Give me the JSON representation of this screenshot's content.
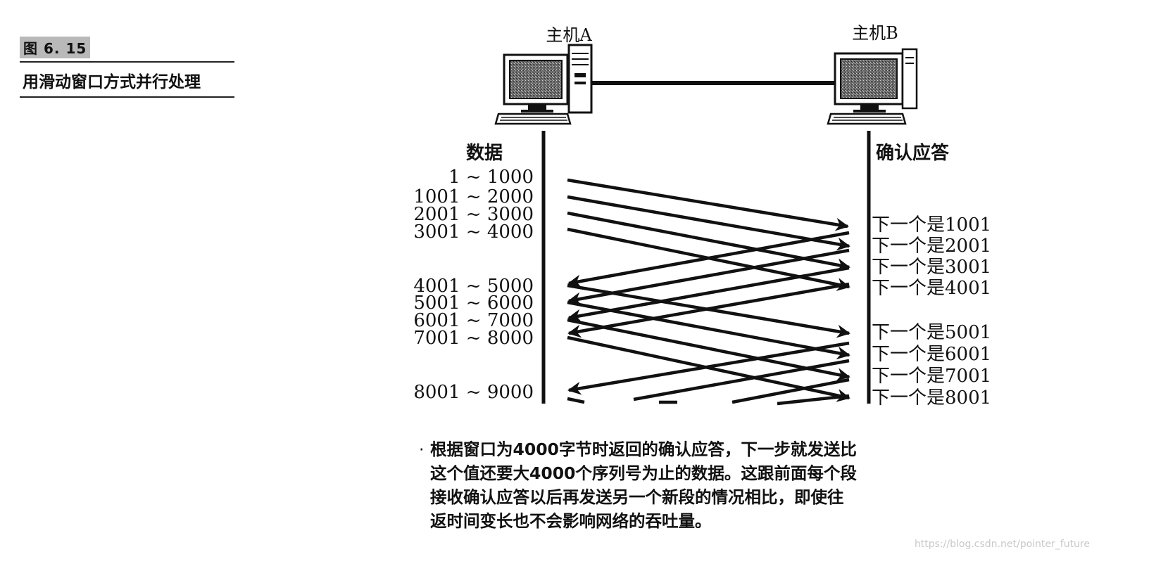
{
  "figure": {
    "label": "图 6. 15",
    "title": "用滑动窗口方式并行处理"
  },
  "hosts": {
    "a_label": "主机A",
    "b_label": "主机B"
  },
  "columns": {
    "left_title": "数据",
    "right_title": "确认应答"
  },
  "data_segments": [
    "1 ~ 1000",
    "1001 ~ 2000",
    "2001 ~ 3000",
    "3001 ~ 4000",
    "4001 ~ 5000",
    "5001 ~ 6000",
    "6001 ~ 7000",
    "7001 ~ 8000",
    "8001 ~ 9000"
  ],
  "ack_labels": [
    "下一个是1001",
    "下一个是2001",
    "下一个是3001",
    "下一个是4001",
    "下一个是5001",
    "下一个是6001",
    "下一个是7001",
    "下一个是8001"
  ],
  "note": {
    "bullet": "·",
    "lines": [
      "根据窗口为4000字节时返回的确认应答，下一步就发送比",
      "这个值还要大4000个序列号为止的数据。这跟前面每个段",
      "接收确认应答以后再发送另一个新段的情况相比，即使往",
      "返时间变长也不会影响网络的吞吐量。"
    ]
  },
  "watermark": "https://blog.csdn.net/pointer_future"
}
